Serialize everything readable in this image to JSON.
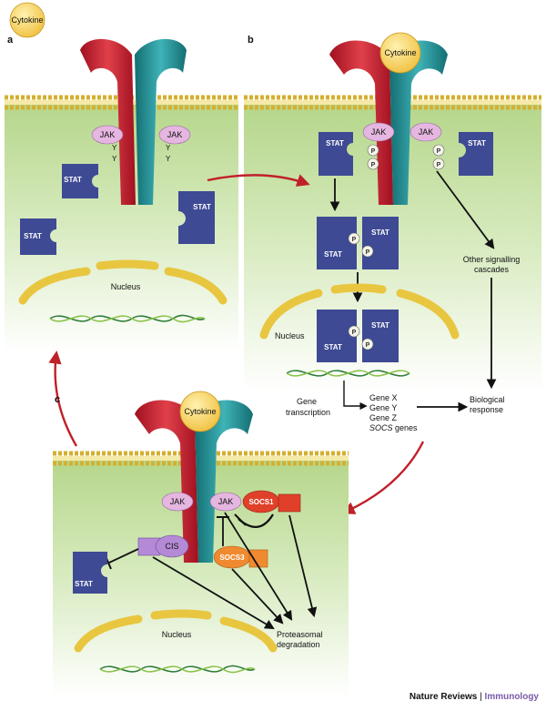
{
  "panels": {
    "a": "a",
    "b": "b",
    "c": "c"
  },
  "labels": {
    "cytokine": "Cytokine",
    "jak": "JAK",
    "stat": "STAT",
    "nucleus": "Nucleus",
    "y": "Y",
    "p": "P",
    "other_signalling_1": "Other signalling",
    "other_signalling_2": "cascades",
    "gene_transcription_1": "Gene",
    "gene_transcription_2": "transcription",
    "gene_x": "Gene X",
    "gene_y": "Gene Y",
    "gene_z": "Gene Z",
    "socs_genes_italic": "SOCS",
    "socs_genes_rest": " genes",
    "biological_1": "Biological",
    "biological_2": "response",
    "socs1": "SOCS1",
    "socs3": "SOCS3",
    "cis": "CIS",
    "proteasomal_1": "Proteasomal",
    "proteasomal_2": "degradation"
  },
  "credit": {
    "journal": "Nature Reviews",
    "separator": "|",
    "section": "Immunology"
  },
  "colors": {
    "cytoplasm": "#c9e2a8",
    "membrane_head": "#e8c640",
    "receptor_red": "#c41e2a",
    "receptor_teal": "#1f8f94",
    "jak": "#e5b6e0",
    "stat": "#3e4a94",
    "nucleus": "#f0d060",
    "arrow_red": "#c0202a",
    "socs1": "#e0402a",
    "socs3": "#f08a30",
    "cis": "#b48ad6"
  }
}
